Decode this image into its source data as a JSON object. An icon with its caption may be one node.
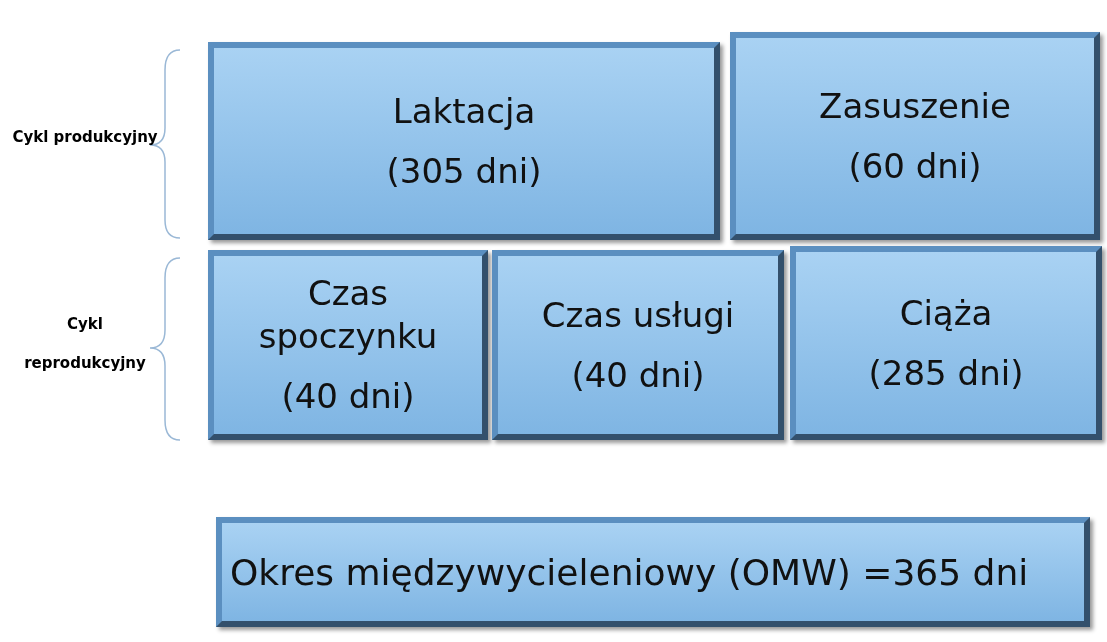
{
  "diagram": {
    "nodes": [
      {
        "text": [
          "Laktacja",
          "(305 dni)"
        ]
      },
      {
        "text": [
          "Zasuszenie",
          "(60 dni)"
        ]
      },
      {
        "text": [
          "Czas spoczynku",
          "(40 dni)"
        ]
      },
      {
        "text": [
          "Czas usługi",
          "(40 dni)"
        ]
      },
      {
        "text": [
          "Ciąża",
          "(285 dni)"
        ]
      },
      {
        "text": [
          "Okres międzywycieleniowy (OMW) =365 dni"
        ]
      }
    ],
    "edges": [],
    "labels": [
      "Cykl produkcyjny",
      "Cykl reprodukcyjny"
    ]
  }
}
